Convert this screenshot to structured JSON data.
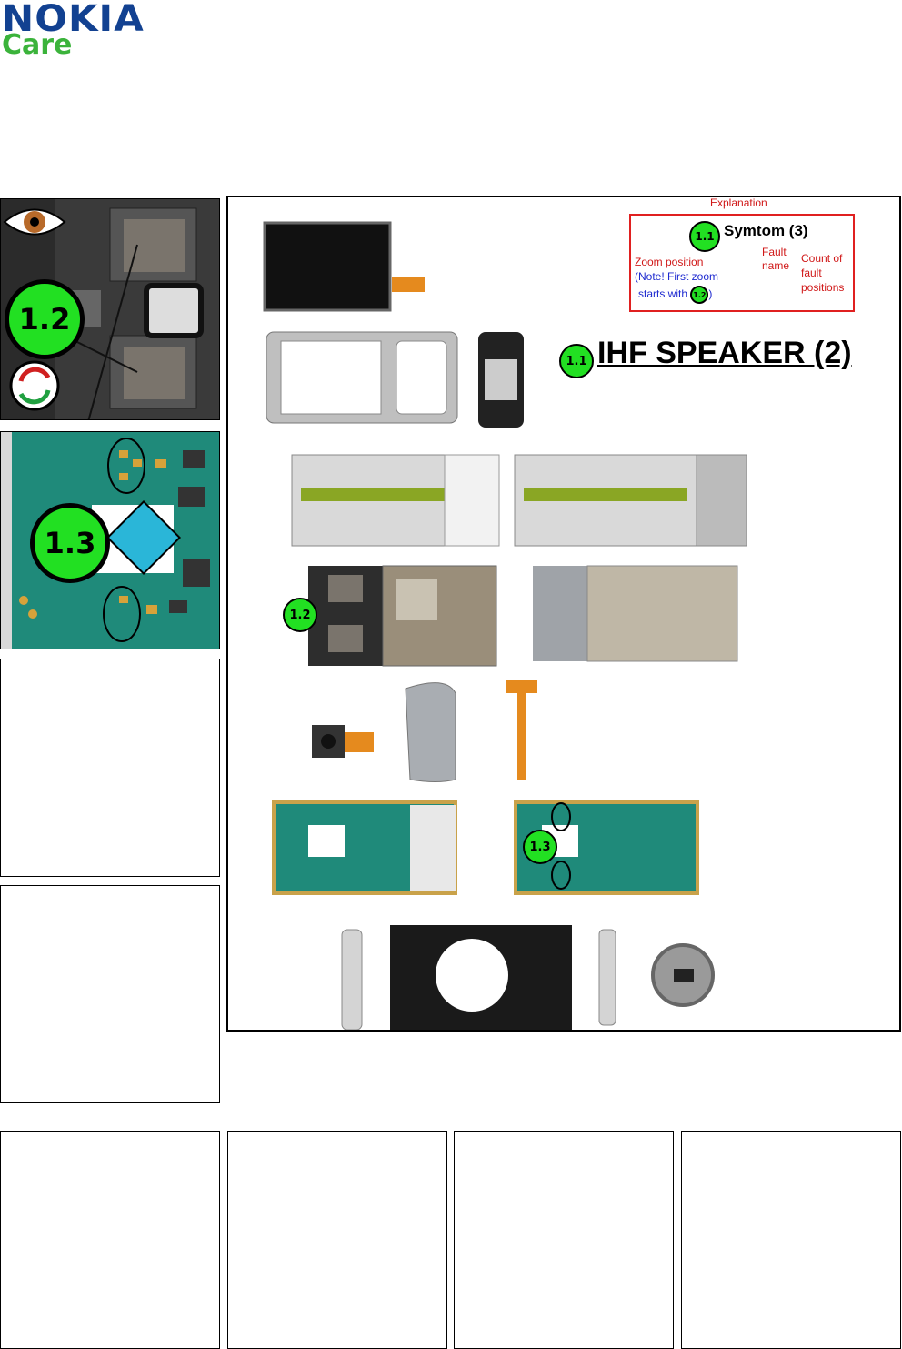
{
  "brand": {
    "name": "NOKIA",
    "sub": "Care"
  },
  "zooms": [
    {
      "label": "1.2"
    },
    {
      "label": "1.3"
    }
  ],
  "explanation": {
    "title": "Explanation",
    "badge": "1.1",
    "symptom": "Symtom (3)",
    "fault_name": [
      "Fault",
      "name"
    ],
    "count_label": [
      "Count of",
      "fault",
      "positions"
    ],
    "zoom_position": "Zoom position",
    "note_line1": "(Note! First zoom",
    "note_line2": "starts with",
    "note_badge": "1.2",
    "note_close": ")"
  },
  "fault": {
    "badge": "1.1",
    "title": "IHF SPEAKER (2)"
  },
  "markers": [
    {
      "label": "1.2"
    },
    {
      "label": "1.3"
    }
  ],
  "colors": {
    "nokia_blue": "#124191",
    "care_green": "#3bb33b",
    "badge_green": "#22e022",
    "pcb": "#1f8a7a",
    "explanation_red": "#e02020"
  }
}
